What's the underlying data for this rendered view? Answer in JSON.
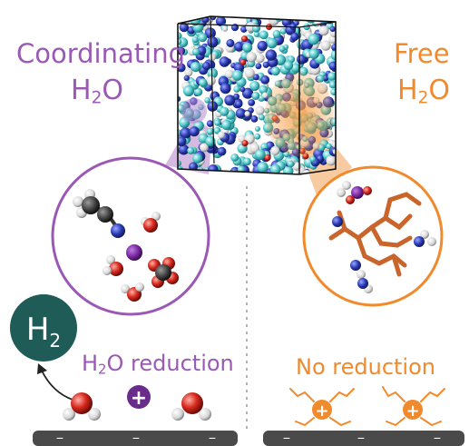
{
  "labels": {
    "coordinating": "Coordinating",
    "free": "Free",
    "h2o_left_h": "H",
    "h2o_left_sub": "2",
    "h2o_left_o": "O",
    "h2o_right_h": "H",
    "h2o_right_sub": "2",
    "h2o_right_o": "O",
    "h2_h": "H",
    "h2_sub": "2",
    "reduction_h": "H",
    "reduction_sub": "2",
    "reduction_rest": "O reduction",
    "no_reduction": "No reduction",
    "plus": "+",
    "minus": "−"
  },
  "colors": {
    "coordinating": "#9b59b6",
    "free": "#f08a2c",
    "h2_circle": "#1f5c57",
    "electrode": "#4a4a4a",
    "cation": "#6a2c8a"
  }
}
